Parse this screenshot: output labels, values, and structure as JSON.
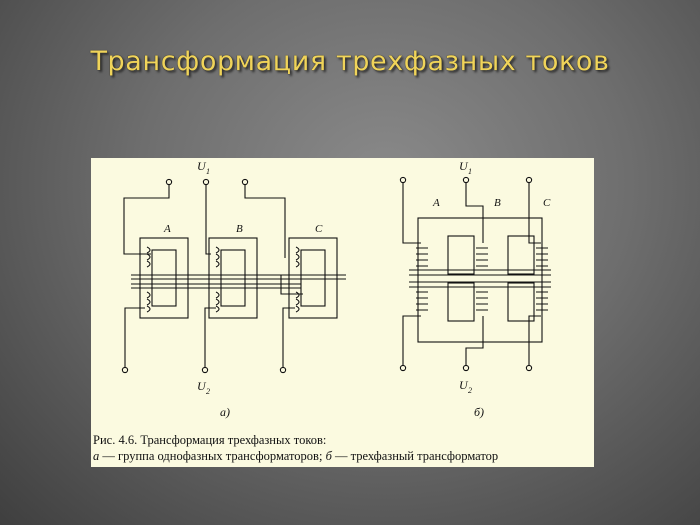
{
  "slide": {
    "title": "Трансформация трехфазных токов"
  },
  "figure": {
    "labels": {
      "u1": "U",
      "u1_sub": "1",
      "u2": "U",
      "u2_sub": "2",
      "phase_a": "A",
      "phase_b": "B",
      "phase_c": "C",
      "sub_a": "а)",
      "sub_b": "б)"
    },
    "caption": {
      "line1": "Рис. 4.6. Трансформация трехфазных токов:",
      "line2_a_letter": "а",
      "line2_a_text": " — группа однофазных трансформаторов; ",
      "line2_b_letter": "б",
      "line2_b_text": " — трехфазный трансформатор"
    }
  }
}
